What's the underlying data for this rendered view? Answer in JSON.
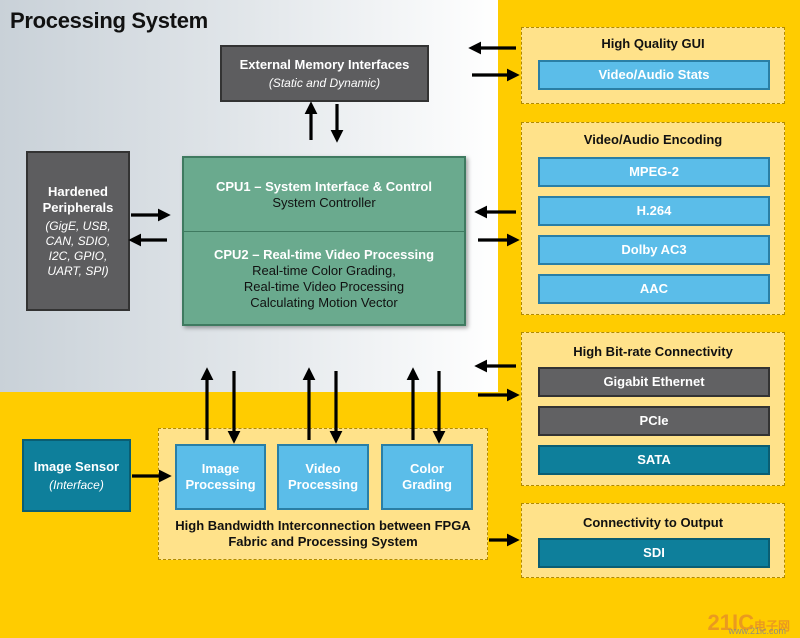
{
  "title": "Processing System",
  "external_memory": {
    "title": "External Memory Interfaces",
    "subtitle": "(Static and Dynamic)"
  },
  "hardened": {
    "title_line1": "Hardened",
    "title_line2": "Peripherals",
    "lines": [
      "(GigE, USB,",
      "CAN, SDIO,",
      "I2C, GPIO,",
      "UART, SPI)"
    ]
  },
  "cpu1": {
    "title": "CPU1 – System Interface & Control",
    "desc": "System Controller"
  },
  "cpu2": {
    "title": "CPU2 – Real-time Video Processing",
    "lines": [
      "Real-time Color Grading,",
      "Real-time Video Processing",
      "Calculating Motion Vector"
    ]
  },
  "image_sensor": {
    "title": "Image Sensor",
    "subtitle": "(Interface)"
  },
  "fpga_blocks": [
    {
      "line1": "Image",
      "line2": "Processing"
    },
    {
      "line1": "Video",
      "line2": "Processing"
    },
    {
      "line1": "Color",
      "line2": "Grading"
    }
  ],
  "interconnect": {
    "line1": "High Bandwidth Interconnection between FPGA",
    "line2": "Fabric and Processing System"
  },
  "gui": {
    "title": "High Quality GUI",
    "items": [
      "Video/Audio Stats"
    ]
  },
  "encoding": {
    "title": "Video/Audio Encoding",
    "items": [
      "MPEG-2",
      "H.264",
      "Dolby AC3",
      "AAC"
    ]
  },
  "connectivity": {
    "title": "High Bit-rate Connectivity",
    "items": [
      "Gigabit Ethernet",
      "PCIe",
      "SATA"
    ]
  },
  "output": {
    "title": "Connectivity to Output",
    "items": [
      "SDI"
    ]
  },
  "watermark": {
    "brand": "21IC",
    "cn": "电子网",
    "url": "www.21ic.com"
  },
  "colors": {
    "yellow": "#ffcc00",
    "green": "#6aaa8e",
    "teal": "#0e7f9b",
    "blue": "#5bbde9",
    "grey": "#616163"
  }
}
